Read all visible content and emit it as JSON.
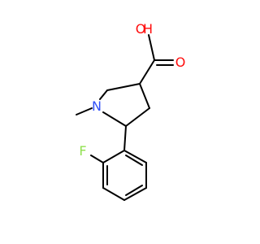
{
  "molecule": {
    "atoms": {
      "oxygen_hydroxyl": "O",
      "hydrogen_hydroxyl": "H",
      "oxygen_carbonyl": "O",
      "nitrogen_ring": "N",
      "fluorine": "F"
    },
    "colors": {
      "oxygen": "#FF0D0D",
      "nitrogen": "#3050F8",
      "fluorine": "#90E050",
      "bond": "#000000"
    }
  }
}
